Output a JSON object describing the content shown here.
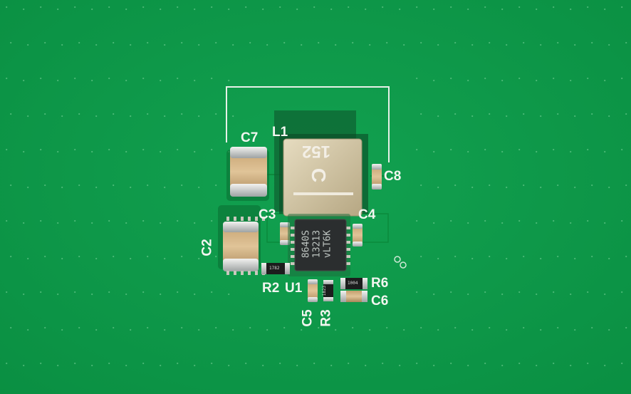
{
  "board": {
    "colors": {
      "pcb": "#0d9a48",
      "silkscreen": "#f2f6f0",
      "pad": "#cfc3a4",
      "capacitor": "#d4b48a",
      "chip": "#2b2e2f"
    },
    "labels": {
      "c7": "C7",
      "l1": "L1",
      "c8": "C8",
      "c3": "C3",
      "c4": "C4",
      "c2": "C2",
      "r2": "R2",
      "u1": "U1",
      "r6": "R6",
      "c6": "C6",
      "c5": "C5",
      "r3": "R3"
    },
    "inductor": {
      "marking": "152",
      "logo": "C"
    },
    "ic": {
      "lines": [
        "8640S",
        "13213",
        "vLT6K"
      ]
    },
    "resistors": {
      "r2_code": "1782",
      "r3_code": "1823",
      "r6_code": "1004"
    }
  }
}
